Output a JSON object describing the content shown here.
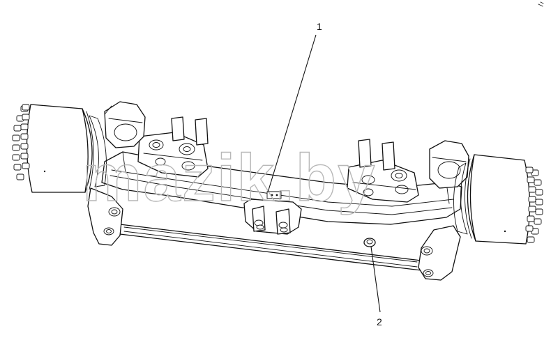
{
  "diagram": {
    "callouts": [
      {
        "id": "1",
        "label": "1"
      },
      {
        "id": "2",
        "label": "2"
      }
    ],
    "watermark": "mazik.by"
  }
}
